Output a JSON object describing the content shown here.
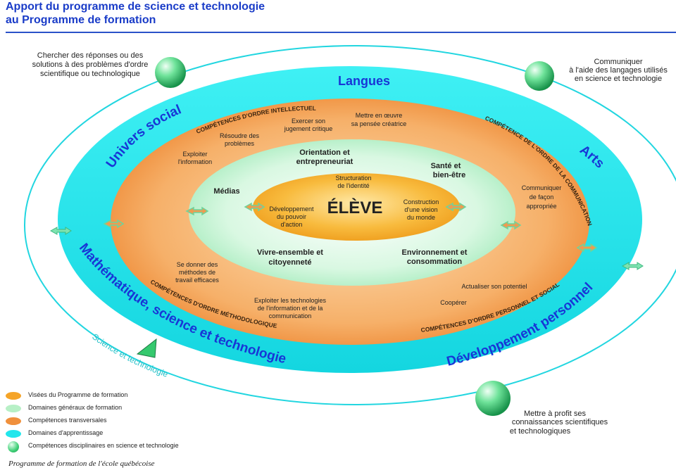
{
  "title": {
    "line1": "Apport du programme de science et technologie",
    "line2": "au Programme de formation"
  },
  "colors": {
    "title": "#1a3cc8",
    "cyan_ring": "#22e6ec",
    "orange_ring": "#f39a4a",
    "green_ring": "#c8f4d8",
    "center": "#f5a428",
    "sphere": "#3ecf75",
    "domain_text": "#1836d6"
  },
  "outer_notes": {
    "top_left": [
      "Chercher des réponses ou des",
      "solutions à des problèmes d'ordre",
      "scientifique ou technologique"
    ],
    "top_right": [
      "Communiquer",
      "à l'aide des langages utilisés",
      "en science et technologie"
    ],
    "bottom_right": [
      "Mettre à profit ses",
      "connaissances scientifiques",
      "et technologiques"
    ]
  },
  "domains": {
    "langues": "Langues",
    "univers_social": "Univers social",
    "arts": "Arts",
    "math_sci_tech": "Mathématique, science et technologie",
    "dev_personnel": "Développement personnel"
  },
  "science_tech_label": "Science et technologie",
  "competence_arcs": {
    "intellectuel": "COMPÉTENCES D'ORDRE INTELLECTUEL",
    "communication": "COMPÉTENCE DE L'ORDRE DE LA COMMUNICATION",
    "methodologique": "COMPÉTENCES D'ORDRE MÉTHODOLOGIQUE",
    "personnel_social": "COMPÉTENCES D'ORDRE PERSONNEL ET SOCIAL"
  },
  "competences": {
    "exercer": [
      "Exercer son",
      "jugement critique"
    ],
    "mettre": [
      "Mettre en œuvre",
      "sa pensée créatrice"
    ],
    "resoudre": [
      "Résoudre des",
      "problèmes"
    ],
    "exploiter_info": [
      "Exploiter",
      "l'information"
    ],
    "communiquer": [
      "Communiquer",
      "de façon",
      "appropriée"
    ],
    "methodes": [
      "Se donner des",
      "méthodes de",
      "travail efficaces"
    ],
    "tic": [
      "Exploiter les technologies",
      "de l'information et de la",
      "communication"
    ],
    "actualiser": [
      "Actualiser son potentiel"
    ],
    "cooperer": [
      "Coopérer"
    ]
  },
  "general_domains": {
    "orientation": [
      "Orientation et",
      "entrepreneuriat"
    ],
    "sante": [
      "Santé et",
      "bien-être"
    ],
    "medias": [
      "Médias"
    ],
    "vivre": [
      "Vivre-ensemble et",
      "citoyenneté"
    ],
    "environnement": [
      "Environnement et",
      "consommation"
    ]
  },
  "center": {
    "eleve": "ÉLÈVE",
    "structuration": [
      "Structuration",
      "de l'identité"
    ],
    "developpement": [
      "Développement",
      "du pouvoir",
      "d'action"
    ],
    "construction": [
      "Construction",
      "d'une vision",
      "du monde"
    ]
  },
  "legend": [
    {
      "label": "Visées du Programme de formation",
      "color": "#f5a428"
    },
    {
      "label": "Domaines généraux de formation",
      "color": "#b7f0c6"
    },
    {
      "label": "Compétences transversales",
      "color": "#f0903c"
    },
    {
      "label": "Domaines d'apprentissage",
      "color": "#22e6ec"
    },
    {
      "label": "Compétences disciplinaires en science et technologie",
      "color": "#3ecf75"
    }
  ],
  "footer": "Programme de formation de l'école québécoise"
}
